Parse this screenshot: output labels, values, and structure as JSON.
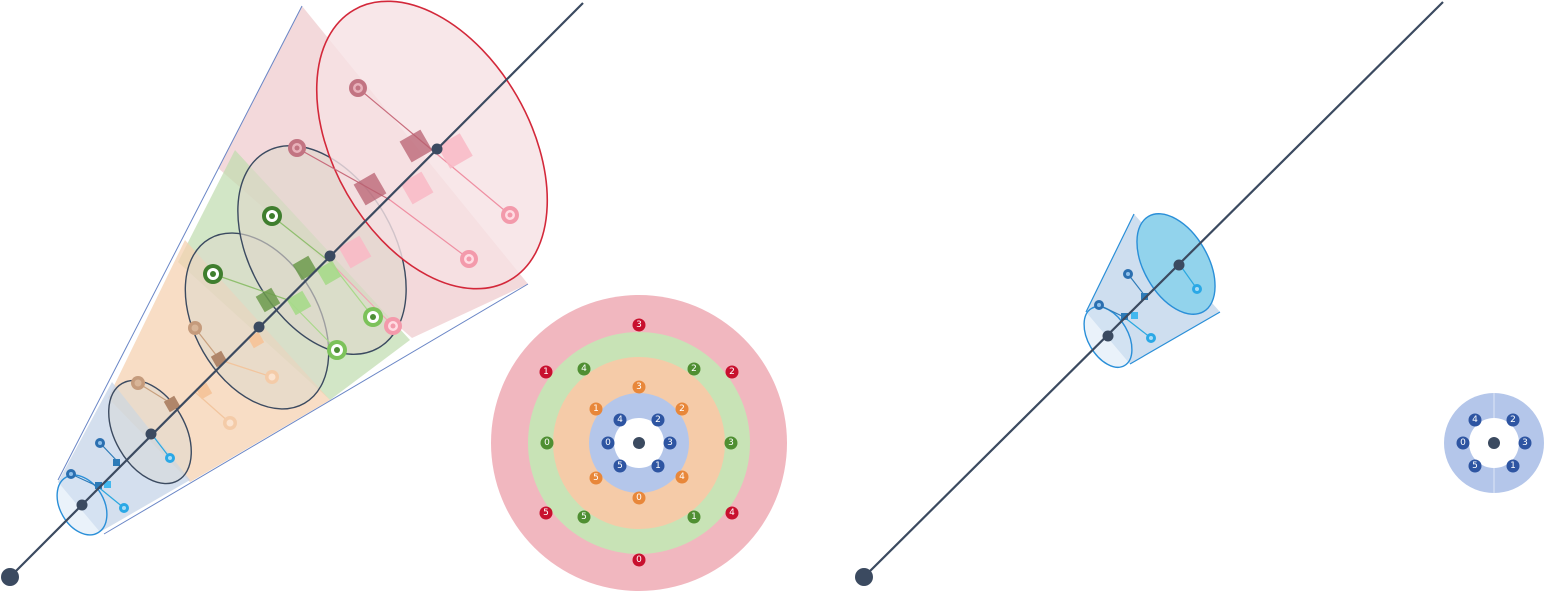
{
  "colors": {
    "axis": "#3b4a60",
    "ring_blue": "#4a72c6",
    "ring_orange": "#e8873a",
    "ring_green": "#5a9a3a",
    "ring_red": "#d0283c",
    "sector_blue": "#b4c6ea",
    "sector_orange": "#f5cba8",
    "sector_green": "#c8e3b6",
    "sector_red": "#f1b7bf",
    "cone_blue": "#1f8fd6",
    "cone_red": "#d64150"
  },
  "rings": [
    {
      "name": "blue",
      "labels": [
        "4",
        "2",
        "3",
        "1",
        "5",
        "0"
      ]
    },
    {
      "name": "orange",
      "labels": [
        "3",
        "2",
        "4",
        "0",
        "5",
        "1"
      ]
    },
    {
      "name": "green",
      "labels": [
        "2",
        "3",
        "1",
        "5",
        "0",
        "4"
      ]
    },
    {
      "name": "red",
      "labels": [
        "3",
        "2",
        "4",
        "0",
        "5",
        "1"
      ]
    }
  ],
  "small_ring": {
    "labels": [
      "4",
      "2",
      "3",
      "1",
      "5",
      "0"
    ]
  }
}
